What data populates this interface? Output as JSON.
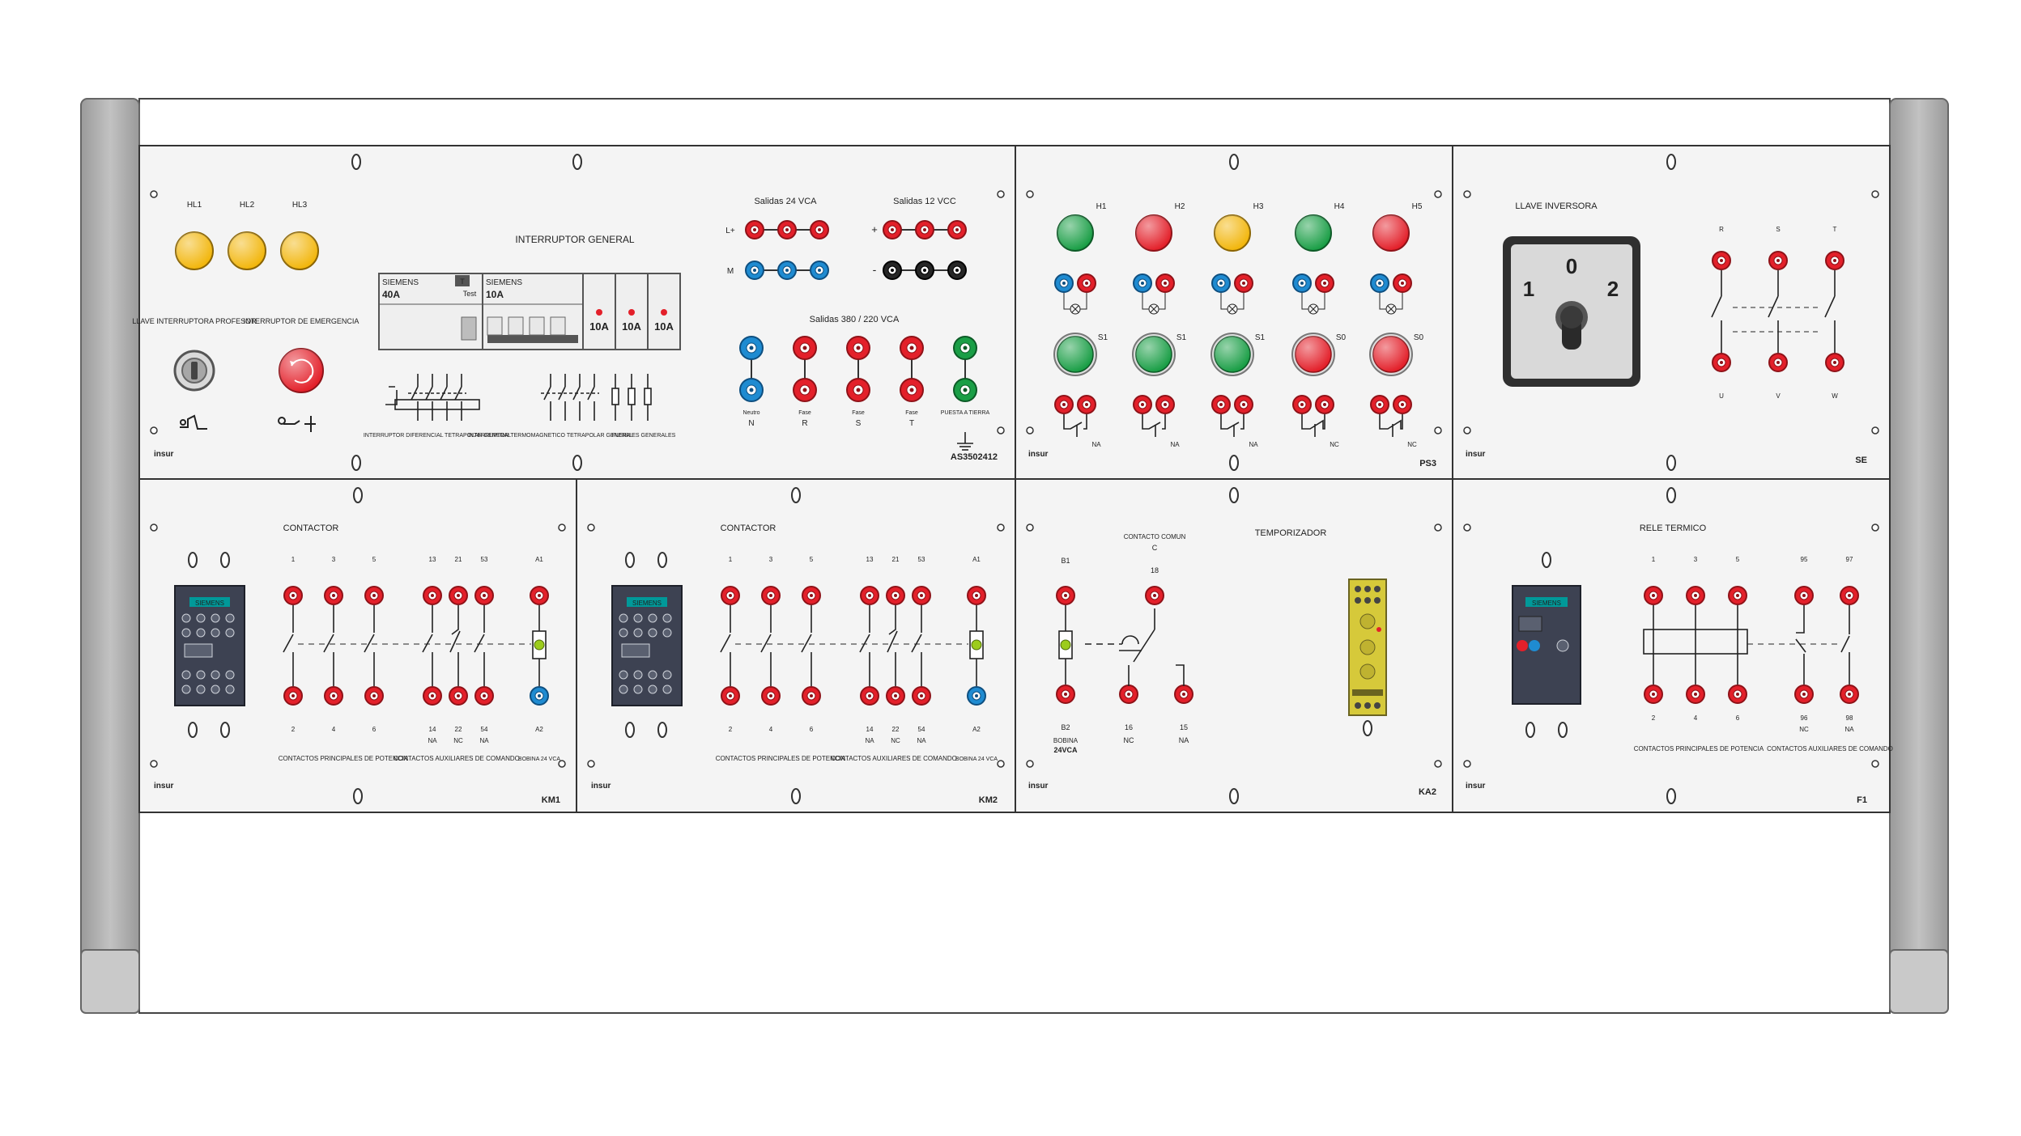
{
  "colors": {
    "red": "#e3202a",
    "red_dark": "#8f1218",
    "blue": "#1f8bd1",
    "blue_dark": "#0e4f80",
    "green": "#1a9e46",
    "green_dark": "#0c5a26",
    "yellow": "#f2b60c",
    "black_term": "#262626",
    "frame": "#aeaeae",
    "panel": "#f4f4f4",
    "siemens_green": "#009999",
    "contactor_body": "#3d4252"
  },
  "panel1": {
    "lamps": [
      "HL1",
      "HL2",
      "HL3"
    ],
    "key_label": "LLAVE INTERRUPTORA PROFESOR",
    "estop_label": "INTERRUPTOR DE EMERGENCIA",
    "breaker_title": "INTERRUPTOR GENERAL",
    "brand": "SIEMENS",
    "rcd_rating": "40A",
    "test_btn": "T",
    "test_label": "Test",
    "mcb_brand": "SIEMENS",
    "mcb_rating": "10A",
    "fuses": [
      "10A",
      "10A",
      "10A"
    ],
    "sym_label_1": "INTERRUPTOR DIFERENCIAL TETRAPOLAR GENERAL",
    "sym_label_2": "INTERRUPTOR TERMOMAGNETICO TETRAPOLAR GENERAL",
    "sym_label_3": "FUSIBLES GENERALES",
    "out24_label": "Salidas 24 VCA",
    "out24_l": "L+",
    "out24_m": "M",
    "out12_label": "Salidas 12 VCC",
    "out12_plus": "+",
    "out12_minus": "-",
    "out380_label": "Salidas 380 / 220 VCA",
    "phase_small": [
      "Neutro",
      "Fase",
      "Fase",
      "Fase",
      "PUESTA A TIERRA"
    ],
    "phase_letters": [
      "N",
      "R",
      "S",
      "T"
    ],
    "logo": "insur",
    "code": "AS3502412"
  },
  "panel2": {
    "lamps": [
      "H1",
      "H2",
      "H3",
      "H4",
      "H5"
    ],
    "buttons": [
      "S1",
      "S1",
      "S1",
      "S0",
      "S0"
    ],
    "contact_labels": [
      "NA",
      "NA",
      "NA",
      "NC",
      "NC"
    ],
    "logo": "insur",
    "code": "PS3"
  },
  "panel3": {
    "title": "LLAVE INVERSORA",
    "pos0": "0",
    "pos1": "1",
    "pos2": "2",
    "top": [
      "R",
      "S",
      "T"
    ],
    "bottom": [
      "U",
      "V",
      "W"
    ],
    "logo": "insur",
    "code": "SE"
  },
  "km1": {
    "title": "CONTACTOR",
    "brand": "SIEMENS",
    "top": [
      "1",
      "3",
      "5",
      "13",
      "21",
      "53",
      "A1"
    ],
    "bottom": [
      "2",
      "4",
      "6",
      "14",
      "22",
      "54",
      "A2"
    ],
    "types": [
      "NA",
      "NC",
      "NA"
    ],
    "main_label": "CONTACTOS PRINCIPALES DE POTENCIA",
    "aux_label": "CONTACTOS AUXILIARES DE COMANDO",
    "coil_label": "BOBINA 24 VCA",
    "logo": "insur",
    "code": "KM1"
  },
  "km2": {
    "title": "CONTACTOR",
    "brand": "SIEMENS",
    "top": [
      "1",
      "3",
      "5",
      "13",
      "21",
      "53",
      "A1"
    ],
    "bottom": [
      "2",
      "4",
      "6",
      "14",
      "22",
      "54",
      "A2"
    ],
    "types": [
      "NA",
      "NC",
      "NA"
    ],
    "main_label": "CONTACTOS PRINCIPALES DE POTENCIA",
    "aux_label": "CONTACTOS AUXILIARES DE COMANDO",
    "coil_label": "BOBINA 24 VCA",
    "logo": "insur",
    "code": "KM2"
  },
  "ka2": {
    "title": "TEMPORIZADOR",
    "common_label": "CONTACTO COMUN",
    "common_letter": "C",
    "t_top": [
      "B1",
      "18"
    ],
    "t_bottom": [
      "B2",
      "16",
      "15"
    ],
    "bot_types": [
      "NC",
      "NA"
    ],
    "coil": "BOBINA",
    "coil_v": "24VCA",
    "logo": "insur",
    "code": "KA2"
  },
  "f1": {
    "title": "RELE TERMICO",
    "brand": "SIEMENS",
    "top": [
      "1",
      "3",
      "5",
      "95",
      "97"
    ],
    "bottom": [
      "2",
      "4",
      "6",
      "96",
      "98"
    ],
    "bot_types": [
      "NC",
      "NA"
    ],
    "main_label": "CONTACTOS PRINCIPALES DE POTENCIA",
    "aux_label": "CONTACTOS AUXILIARES DE COMANDO",
    "logo": "insur",
    "code": "F1"
  }
}
